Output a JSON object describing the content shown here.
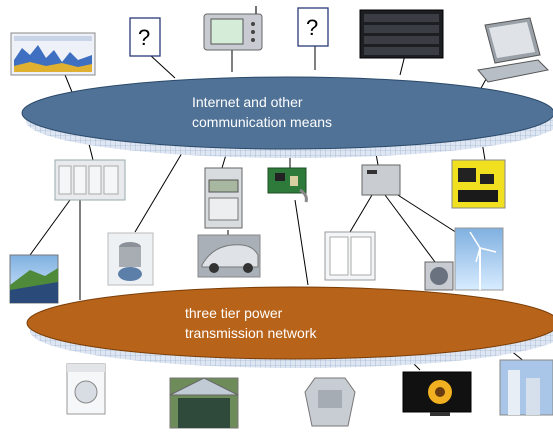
{
  "internet_label": {
    "line1": "Internet and other",
    "line2": "communication means"
  },
  "power_label": {
    "line1": "three tier power",
    "line2": "transmission network"
  },
  "unknown_device_marks": [
    "?",
    "?"
  ],
  "colors": {
    "internet_ellipse": "#4f7296",
    "power_ellipse": "#b8631a",
    "grid_shadow": "#c8d4e6",
    "lines": "#000000"
  }
}
